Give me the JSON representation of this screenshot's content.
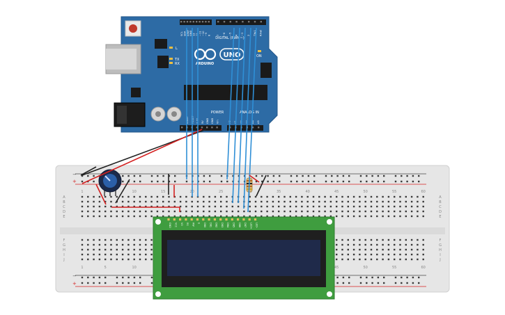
{
  "arduino": {
    "brand": "ARDUINO",
    "logo_text": "UNO",
    "on_label": "ON",
    "digital_label": "DIGITAL (PWM~)",
    "power_label": "POWER",
    "analog_label": "ANALOG IN",
    "tx_label": "TX",
    "rx_label": "RX",
    "l_label": "L",
    "digital_pins": [
      "SCL",
      "SDA",
      "AREF",
      "GND",
      "13",
      "12",
      "~11",
      "~10",
      "~9",
      "8",
      "7",
      "~6",
      "~5",
      "4",
      "~3",
      "2",
      "TX▸1",
      "RX◂0"
    ],
    "power_pins": [
      "IOREF",
      "RESET",
      "3.3V",
      "5V",
      "GND",
      "GND",
      "Vin"
    ],
    "analog_pins": [
      "A0",
      "A1",
      "A2",
      "A3",
      "A4",
      "A5"
    ]
  },
  "breadboard": {
    "column_numbers": [
      "1",
      "5",
      "10",
      "15",
      "20",
      "25",
      "30",
      "35",
      "40",
      "45",
      "50",
      "55",
      "60"
    ],
    "row_letters_top": [
      "A",
      "B",
      "C",
      "D",
      "E"
    ],
    "row_letters_bottom": [
      "F",
      "G",
      "H",
      "I",
      "J"
    ],
    "rail_minus": "−",
    "rail_plus": "+"
  },
  "lcd": {
    "pin_labels": [
      "GND",
      "VCC",
      "V0",
      "RS",
      "RW",
      "E",
      "DB0",
      "DB1",
      "DB2",
      "DB3",
      "DB4",
      "DB5",
      "DB6",
      "DB7",
      "LED+",
      "LED-"
    ]
  },
  "colors": {
    "arduino_board": "#2d6ba5",
    "breadboard": "#e6e6e6",
    "lcd_pcb": "#3f9d3f",
    "lcd_screen": "#1f2a4a",
    "wire_blue": "#2f8fd6",
    "wire_red": "#d42020",
    "wire_black": "#222222"
  }
}
